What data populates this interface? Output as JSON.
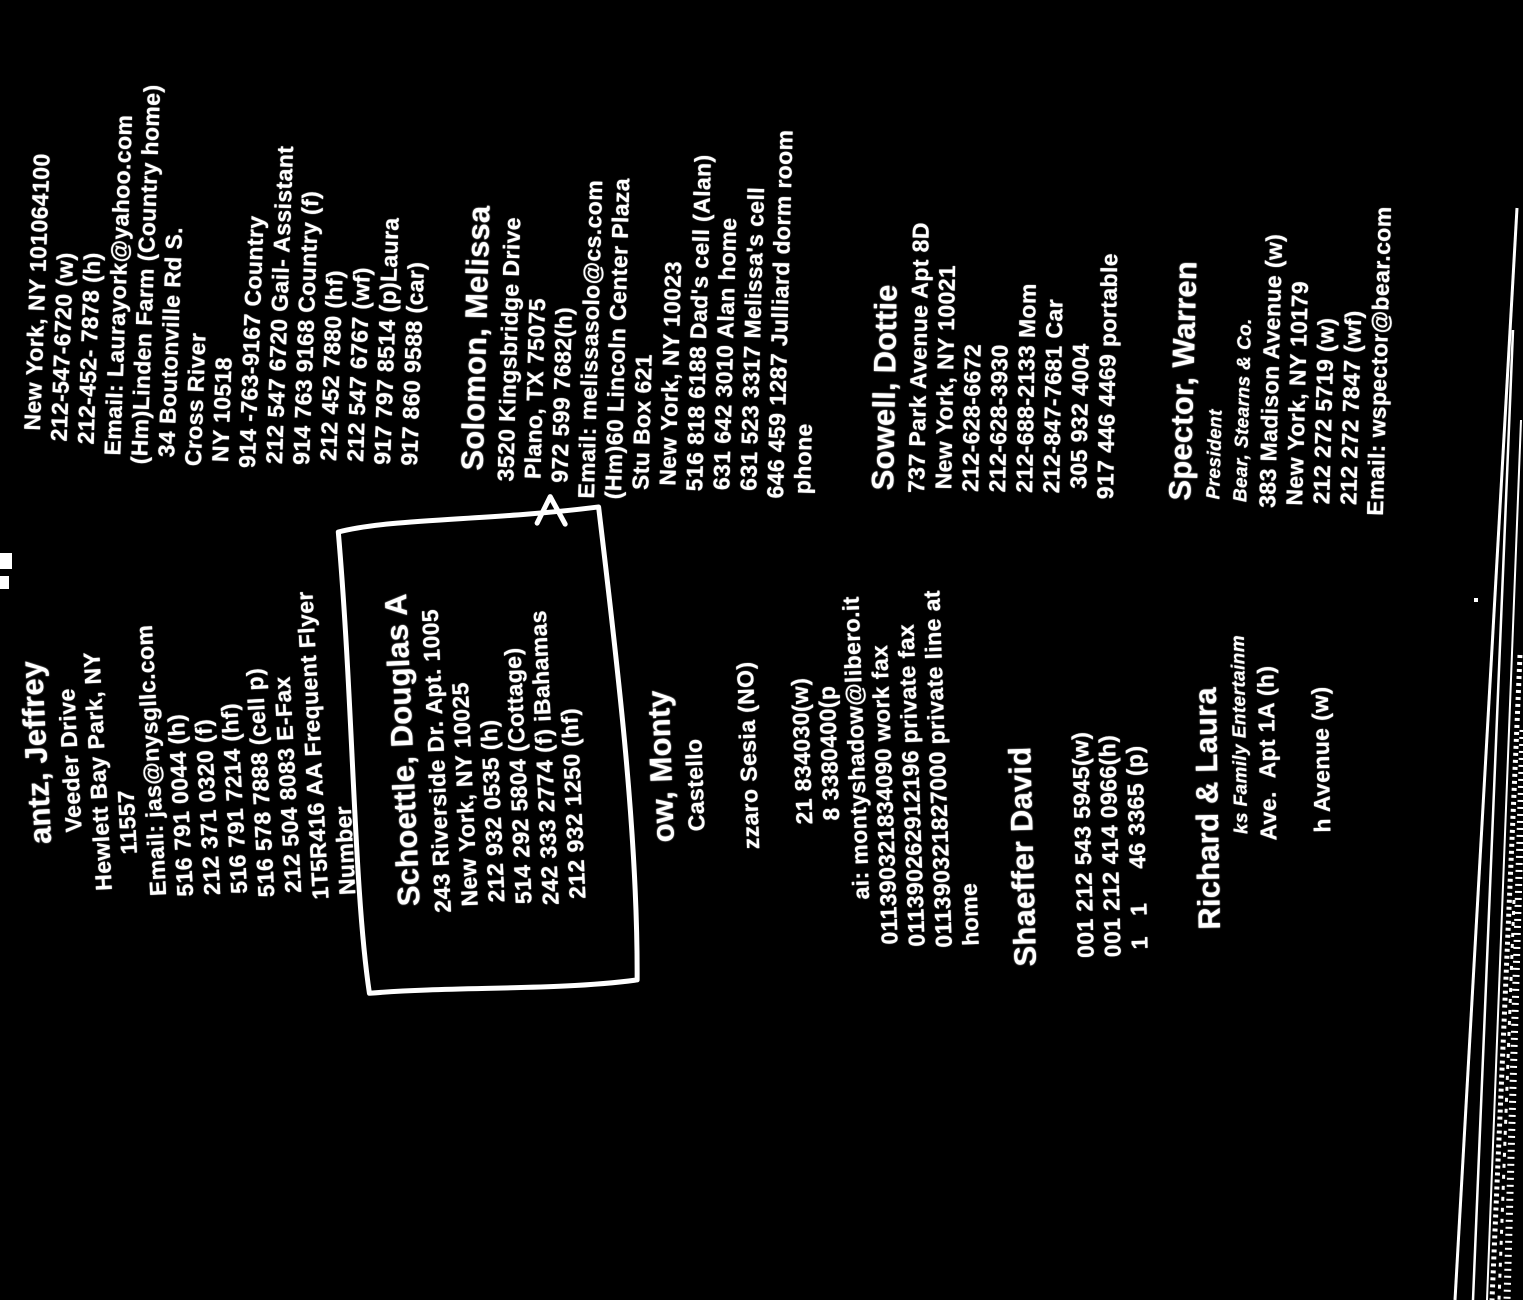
{
  "document_type": "scanned address book page (inverted, rotated 90 degrees)",
  "colors": {
    "background": "#000000",
    "ink": "#ffffff"
  },
  "annotations": {
    "highlight_box": "hand-drawn box with arrow around Schoettle entry",
    "scan_edge": "diagonal page-edge streaks along right side"
  },
  "entries": [
    {
      "id": "top-right-continuation",
      "lines": [
        {
          "kind": "detail",
          "text": "New York, NY 101064100"
        },
        {
          "kind": "detail",
          "text": "212-547-6720 (w)"
        },
        {
          "kind": "detail",
          "text": "212-452- 7878 (h)"
        },
        {
          "kind": "detail",
          "text": "Email: Laurayork@yahoo.com"
        },
        {
          "kind": "detail",
          "text": "(Hm)Linden Farm (Country home)"
        },
        {
          "kind": "detail",
          "text": "34 Boutonville Rd S."
        },
        {
          "kind": "detail",
          "text": "Cross River"
        },
        {
          "kind": "detail",
          "text": "NY 10518"
        },
        {
          "kind": "detail",
          "text": "914 -763-9167 Country"
        },
        {
          "kind": "detail",
          "text": "212 547 6720 Gail- Assistant"
        },
        {
          "kind": "detail",
          "text": "914 763 9168 Country (f)"
        },
        {
          "kind": "detail",
          "text": "212 452 7880 (hf)"
        },
        {
          "kind": "detail",
          "text": "212 547 6767 (wf)"
        },
        {
          "kind": "detail",
          "text": "917 797 8514 (p)Laura"
        },
        {
          "kind": "detail",
          "text": "917 860 9588 (car)"
        }
      ]
    },
    {
      "id": "antz",
      "lines": [
        {
          "kind": "name",
          "text": "antz, Jeffrey"
        },
        {
          "kind": "detail",
          "text": "Veeder Drive"
        },
        {
          "kind": "detail",
          "text": "Hewlett Bay Park, NY"
        },
        {
          "kind": "detail",
          "text": "11557"
        },
        {
          "kind": "detail",
          "text": "Email: jas@nysgllc.com"
        },
        {
          "kind": "detail",
          "text": "516 791 0044 (h)"
        },
        {
          "kind": "detail",
          "text": "212 371 0320 (f)"
        },
        {
          "kind": "detail",
          "text": "516 791 7214 (hf)"
        },
        {
          "kind": "detail",
          "text": "516 578 7888 (cell p)"
        },
        {
          "kind": "detail",
          "text": "212 504 8083 E-Fax"
        },
        {
          "kind": "detail",
          "text": "1T5R416 AA Frequent Flyer"
        },
        {
          "kind": "detail",
          "text": "Number"
        }
      ]
    },
    {
      "id": "solomon",
      "lines": [
        {
          "kind": "name",
          "text": "Solomon, Melissa"
        },
        {
          "kind": "detail",
          "text": "3520 Kingsbridge Drive"
        },
        {
          "kind": "detail",
          "text": "Plano, TX 75075"
        },
        {
          "kind": "detail",
          "text": "972 599 7682(h)"
        },
        {
          "kind": "detail",
          "text": "Email: melissasolo@cs.com"
        },
        {
          "kind": "detail",
          "text": "(Hm)60 Lincoln Center Plaza"
        },
        {
          "kind": "detail",
          "text": "Stu Box 621"
        },
        {
          "kind": "detail",
          "text": "New York, NY 10023"
        },
        {
          "kind": "detail",
          "text": "516 818 6188 Dad's cell (Alan)"
        },
        {
          "kind": "detail",
          "text": "631 642 3010 Alan home"
        },
        {
          "kind": "detail",
          "text": "631 523 3317 Melissa's cell"
        },
        {
          "kind": "detail",
          "text": "646 459 1287 Julliard dorm room"
        },
        {
          "kind": "detail",
          "text": "phone"
        }
      ]
    },
    {
      "id": "schoettle",
      "boxed": true,
      "lines": [
        {
          "kind": "name",
          "text": "Schoettle, Douglas A"
        },
        {
          "kind": "detail",
          "text": "243 Riverside Dr. Apt. 1005"
        },
        {
          "kind": "detail",
          "text": "New York, NY 10025"
        },
        {
          "kind": "detail",
          "text": "212 932 0535 (h)"
        },
        {
          "kind": "detail",
          "text": "514 292 5804 (Cottage)"
        },
        {
          "kind": "detail",
          "text": "242 333 2774 (f) iBahamas"
        },
        {
          "kind": "detail",
          "text": "212 932 1250 (hf)"
        }
      ]
    },
    {
      "id": "monty",
      "lines": [
        {
          "kind": "name",
          "text": "ow, Monty"
        },
        {
          "kind": "detail",
          "text": "Castello"
        },
        {
          "kind": "blank",
          "text": ""
        },
        {
          "kind": "detail",
          "text": "zzaro Sesia (NO)"
        },
        {
          "kind": "blank",
          "text": ""
        },
        {
          "kind": "detail",
          "text": "21 834030(w)"
        },
        {
          "kind": "detail",
          "text": "8 3380400(p"
        },
        {
          "kind": "detail",
          "text": "ai: montyshadow@libero.it"
        },
        {
          "kind": "detail",
          "text": "011390321834090 work fax"
        },
        {
          "kind": "detail",
          "text": "011390262912196 private fax"
        },
        {
          "kind": "detail",
          "text": "011390321827000 private line at"
        },
        {
          "kind": "detail",
          "text": "home"
        }
      ]
    },
    {
      "id": "shaeffer",
      "lines": [
        {
          "kind": "name",
          "text": "Shaeffer David"
        },
        {
          "kind": "blank",
          "text": ""
        },
        {
          "kind": "detail",
          "text": "001 212 543 5945(w)"
        },
        {
          "kind": "detail",
          "text": "001 212 414 0966(h)"
        },
        {
          "kind": "detail",
          "text": "1   1     46 3365 (p)"
        }
      ]
    },
    {
      "id": "richard-laura",
      "lines": [
        {
          "kind": "name",
          "text": "Richard & Laura"
        },
        {
          "kind": "company",
          "text": "ks Family Entertainm"
        },
        {
          "kind": "detail",
          "text": "Ave.  Apt 1A (h)"
        },
        {
          "kind": "blank",
          "text": ""
        },
        {
          "kind": "detail",
          "text": "h Avenue (w)"
        }
      ]
    },
    {
      "id": "sowell",
      "lines": [
        {
          "kind": "name",
          "text": "Sowell, Dottie"
        },
        {
          "kind": "detail",
          "text": "737 Park Avenue Apt 8D"
        },
        {
          "kind": "detail",
          "text": "New York, NY 10021"
        },
        {
          "kind": "detail",
          "text": "212-628-6672"
        },
        {
          "kind": "detail",
          "text": "212-628-3930"
        },
        {
          "kind": "detail",
          "text": "212-688-2133 Mom"
        },
        {
          "kind": "detail",
          "text": "212-847-7681 Car"
        },
        {
          "kind": "detail",
          "text": "305 932 4004"
        },
        {
          "kind": "detail",
          "text": "917 446 4469 portable"
        }
      ]
    },
    {
      "id": "spector",
      "lines": [
        {
          "kind": "name",
          "text": "Spector, Warren"
        },
        {
          "kind": "company",
          "text": "President"
        },
        {
          "kind": "company",
          "text": "Bear, Stearns & Co."
        },
        {
          "kind": "detail",
          "text": "383 Madison Avenue (w)"
        },
        {
          "kind": "detail",
          "text": "New York, NY 10179"
        },
        {
          "kind": "detail",
          "text": "212 272 5719 (w)"
        },
        {
          "kind": "detail",
          "text": "212 272 7847 (wf)"
        },
        {
          "kind": "detail",
          "text": "Email: wspector@bear.com"
        }
      ]
    }
  ]
}
